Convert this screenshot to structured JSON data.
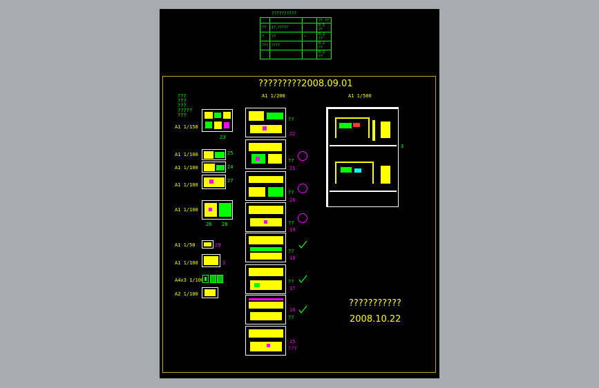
{
  "table": {
    "title": "??????????",
    "header": [
      "",
      "",
      "?? ??"
    ],
    "rows": [
      [
        "??",
        "1?.?????",
        "0.5 ??"
      ],
      [
        "?",
        "??",
        "0.2 ??"
      ],
      [
        "???",
        "????",
        "0.2 ??"
      ],
      [
        "",
        "",
        "0.2 ??"
      ]
    ]
  },
  "frame": {
    "title": "?????????2008.09.01",
    "scale_col_mid": "A1 1/200",
    "scale_col_right": "A1 1/500",
    "legend": [
      "???",
      "???",
      "???",
      "?????",
      "???"
    ],
    "left_labels": [
      {
        "text": "A1 1/150",
        "num": "23"
      },
      {
        "text": "A1 1/100",
        "num": "25"
      },
      {
        "text": "A1 1/100",
        "num": "24"
      },
      {
        "text": "A1 1/100",
        "num": "27"
      },
      {
        "text": "A1 1/100",
        "num": "26"
      },
      {
        "text": "",
        "num": "28"
      },
      {
        "text": "A1 1/50",
        "num": "29"
      },
      {
        "text": "A1 1/100",
        "num": "1"
      },
      {
        "text": "A4x3 1/100",
        "num": ""
      },
      {
        "text": "A2 1/100",
        "num": ""
      }
    ],
    "mid_labels": [
      {
        "q": "??",
        "num": "22"
      },
      {
        "q": "??",
        "num": "21"
      },
      {
        "q": "??",
        "num": "20"
      },
      {
        "q": "??",
        "num": "19"
      },
      {
        "q": "??",
        "num": "18"
      },
      {
        "q": "??",
        "num": "17"
      },
      {
        "q": "??",
        "num": "16"
      },
      {
        "q": "???",
        "num": "15"
      }
    ],
    "right_num": "3",
    "note_line1": "???????????",
    "note_line2": "2008.10.22"
  },
  "colors": {
    "background": "#a8acb0",
    "sheet": "#000000",
    "frame": "#c8a030",
    "yellow": "#ffff00",
    "green": "#00ff00",
    "magenta": "#ff00ff"
  }
}
